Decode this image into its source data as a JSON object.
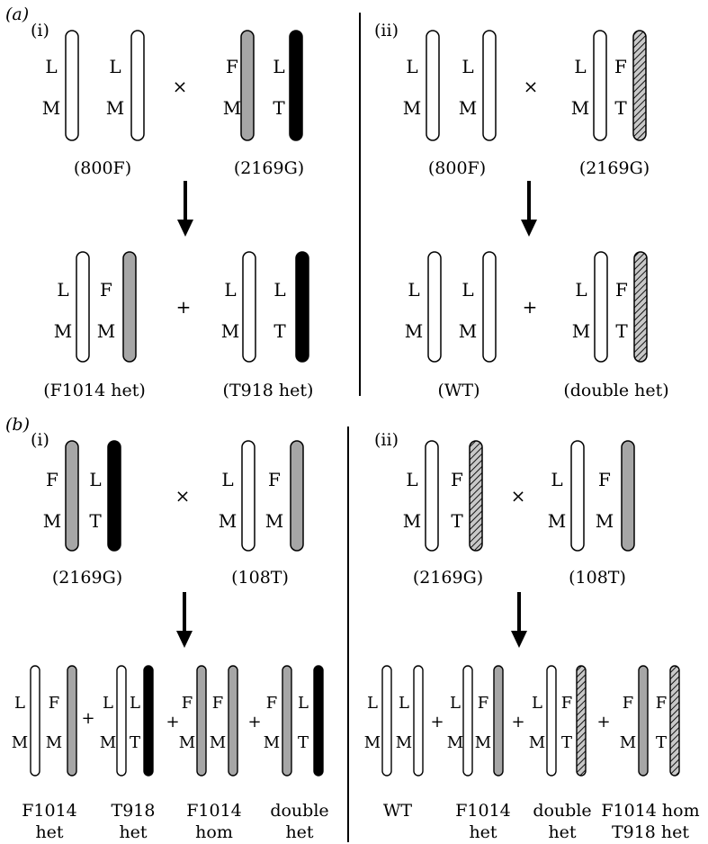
{
  "panel_a": {
    "label": "(a)",
    "i": {
      "label": "(i)",
      "top_left": {
        "l1": "L",
        "l2": "M",
        "r1": "L",
        "r2": "M",
        "cap": "(800F)"
      },
      "cross": "×",
      "top_right": {
        "l1": "F",
        "l2": "M",
        "r1": "L",
        "r2": "T",
        "cap": "(2169G)"
      },
      "bottom_left": {
        "l1": "L",
        "l2": "M",
        "r1": "F",
        "r2": "M",
        "cap": "(F1014 het)"
      },
      "plus": "+",
      "bottom_right": {
        "l1": "L",
        "l2": "M",
        "r1": "L",
        "r2": "T",
        "cap": "(T918 het)"
      }
    },
    "ii": {
      "label": "(ii)",
      "top_left": {
        "l1": "L",
        "l2": "M",
        "r1": "L",
        "r2": "M",
        "cap": "(800F)"
      },
      "cross": "×",
      "top_right": {
        "l1": "L",
        "l2": "M",
        "r1": "F",
        "r2": "T",
        "cap": "(2169G)"
      },
      "bottom_left": {
        "l1": "L",
        "l2": "M",
        "r1": "L",
        "r2": "M",
        "cap": "(WT)"
      },
      "plus": "+",
      "bottom_right": {
        "l1": "L",
        "l2": "M",
        "r1": "F",
        "r2": "T",
        "cap": "(double het)"
      }
    }
  },
  "panel_b": {
    "label": "(b)",
    "i": {
      "label": "(i)",
      "top_left": {
        "l1": "F",
        "l2": "M",
        "r1": "L",
        "r2": "T",
        "cap": "(2169G)"
      },
      "cross": "×",
      "top_right": {
        "l1": "L",
        "l2": "M",
        "r1": "F",
        "r2": "M",
        "cap": "(108T)"
      },
      "offspring": [
        {
          "l1": "L",
          "l2": "M",
          "r1": "F",
          "r2": "M",
          "cap1": "F1014",
          "cap2": "het"
        },
        {
          "l1": "L",
          "l2": "M",
          "r1": "L",
          "r2": "T",
          "cap1": "T918",
          "cap2": "het"
        },
        {
          "l1": "F",
          "l2": "M",
          "r1": "F",
          "r2": "M",
          "cap1": "F1014",
          "cap2": "hom"
        },
        {
          "l1": "F",
          "l2": "M",
          "r1": "L",
          "r2": "T",
          "cap1": "double",
          "cap2": "het"
        }
      ],
      "plus": "+"
    },
    "ii": {
      "label": "(ii)",
      "top_left": {
        "l1": "L",
        "l2": "M",
        "r1": "F",
        "r2": "T",
        "cap": "(2169G)"
      },
      "cross": "×",
      "top_right": {
        "l1": "L",
        "l2": "M",
        "r1": "F",
        "r2": "M",
        "cap": "(108T)"
      },
      "offspring": [
        {
          "l1": "L",
          "l2": "M",
          "r1": "L",
          "r2": "M",
          "cap1": "WT",
          "cap2": ""
        },
        {
          "l1": "L",
          "l2": "M",
          "r1": "F",
          "r2": "M",
          "cap1": "F1014",
          "cap2": "het"
        },
        {
          "l1": "L",
          "l2": "M",
          "r1": "F",
          "r2": "T",
          "cap1": "double",
          "cap2": "het"
        },
        {
          "l1": "F",
          "l2": "M",
          "r1": "F",
          "r2": "T",
          "cap1": "F1014 hom",
          "cap2": "T918 het"
        }
      ],
      "plus": "+"
    }
  },
  "colors": {
    "white_allele": "#ffffff",
    "gray_allele": "#a6a6a6",
    "black_allele": "#000000",
    "hatched_allele": "hatched-gray"
  }
}
